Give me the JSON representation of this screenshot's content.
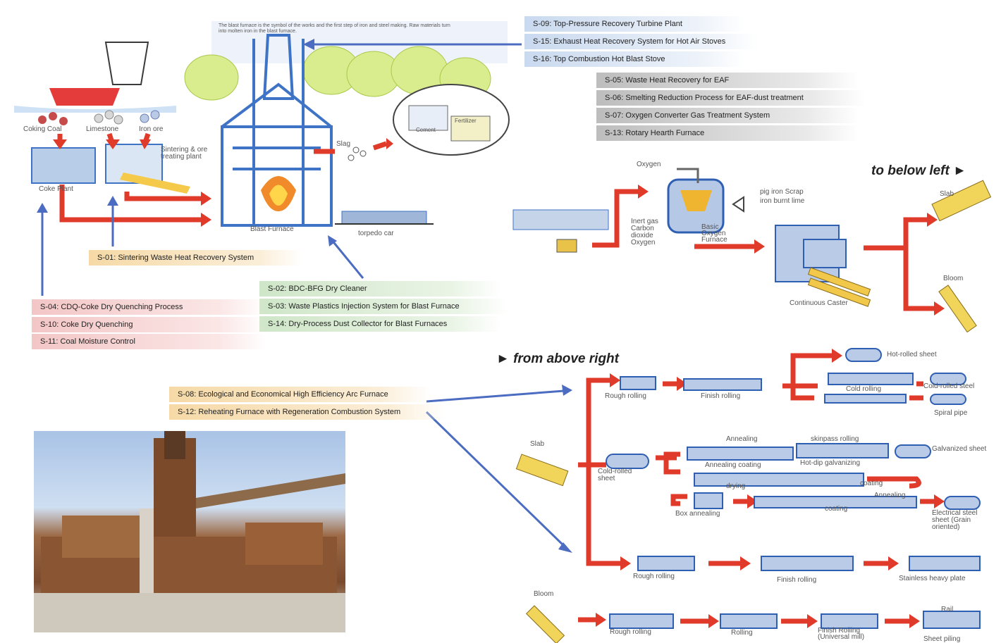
{
  "intro_text": "The blast furnace is the symbol of the works and the first step of iron and steel making. Raw materials turn into molten iron in the blast furnace.",
  "labels_top_blue": [
    "S-09: Top-Pressure Recovery Turbine Plant",
    "S-15: Exhaust Heat Recovery System for Hot Air Stoves",
    "S-16: Top Combustion Hot Blast Stove"
  ],
  "labels_top_gray": [
    "S-05: Waste Heat Recovery for EAF",
    "S-06: Smelting Reduction Process for EAF-dust treatment",
    "S-07: Oxygen Converter Gas Treatment System",
    "S-13: Rotary Hearth Furnace"
  ],
  "label_sinter": "S-01: Sintering Waste Heat Recovery System",
  "labels_green": [
    "S-02: BDC-BFG Dry Cleaner",
    "S-03: Waste Plastics Injection System for Blast Furnace",
    "S-14: Dry-Process Dust Collector for Blast Furnaces"
  ],
  "labels_pink": [
    "S-04: CDQ-Coke Dry Quenching Process",
    "S-10: Coke Dry Quenching",
    "S-11: Coal Moisture Control"
  ],
  "labels_eaf": [
    "S-08: Ecological and Economical High Efficiency Arc Furnace",
    "S-12: Reheating Furnace with Regeneration Combustion System"
  ],
  "captions": {
    "coking_coal": "Coking Coal",
    "limestone": "Limestone",
    "iron_ore": "Iron ore",
    "sintering_plant": "Sintering & ore treating plant",
    "coke_plant": "Coke Plant",
    "blast_furnace": "Blast Furnace",
    "torpedo_car": "torpedo car",
    "slag": "Slag",
    "fertilizer": "Fertilizer",
    "cement": "Cement",
    "oxygen": "Oxygen",
    "inputs": "pig iron Scrap iron burnt lime",
    "gases": "Inert gas Carbon dioxide Oxygen",
    "bof": "Basic Oxygen Furnace",
    "continuous_caster": "Continuous Caster",
    "slab": "Slab",
    "bloom": "Bloom",
    "hot_rolled_sheet": "Hot-rolled sheet",
    "rough_rolling": "Rough rolling",
    "finish_rolling": "Finish rolling",
    "cold_rolling": "Cold rolling",
    "cold_rolled_steel": "Cold-rolled steel",
    "spiral_pipe": "Spiral pipe",
    "annealing": "Annealing",
    "skinpass_rolling": "skinpass rolling",
    "galvanized_sheet": "Galvanized sheet",
    "cold_rolled_sheet": "Cold-rolled sheet",
    "annealing_coating": "Annealing coating",
    "hot_dip": "Hot-dip galvanizing",
    "drying": "drying",
    "coating": "coating",
    "box_annealing": "Box annealing",
    "electrical_sheet": "Electrical steel sheet (Grain oriented)",
    "stainless_plate": "Stainless heavy plate",
    "rolling": "Rolling",
    "finish_rolling_universal": "Finish Rolling (Universal mill)",
    "rail": "Rail",
    "sheet_piling": "Sheet piling",
    "slab2": "Slab",
    "bloom2": "Bloom"
  },
  "to_below_left": "to below left ►",
  "from_above_right": "► from above right"
}
